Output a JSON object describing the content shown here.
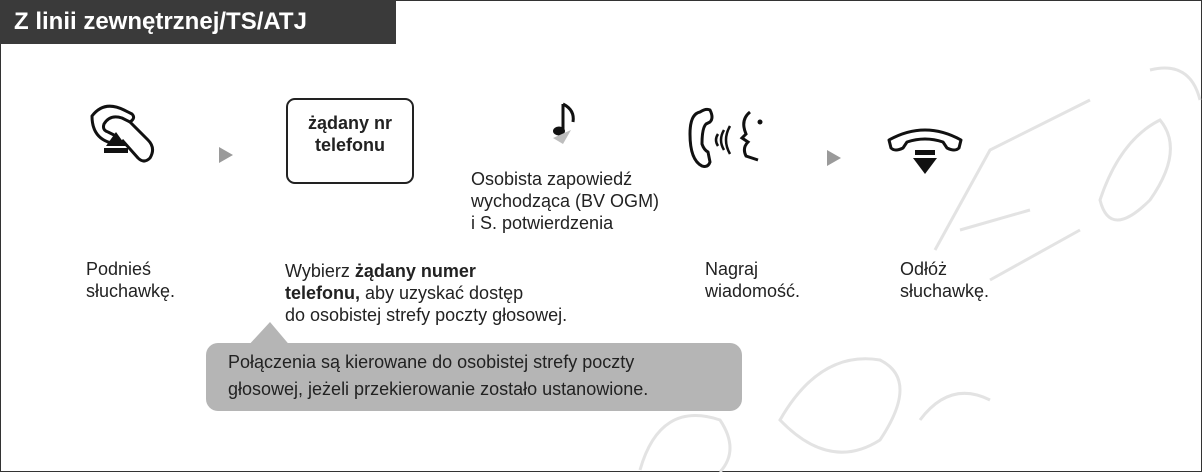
{
  "header": {
    "title": "Z linii zewnętrznej/TS/ATJ"
  },
  "icons": {
    "offhook": "handset-lift-up-icon",
    "music": "music-note-icon",
    "speak": "speaking-head-icon",
    "onhook": "handset-hang-up-icon",
    "arrow": "right-arrow-icon"
  },
  "keybox": {
    "line1": "żądany nr",
    "line2": "telefonu"
  },
  "steps": {
    "lift": {
      "line1": "Podnieś",
      "line2": "słuchawkę."
    },
    "greeting": {
      "line1": "Osobista zapowiedź",
      "line2": "wychodząca (BV OGM)",
      "line3": "i S. potwierdzenia"
    },
    "dial": {
      "pre": "Wybierz ",
      "bold1": "żądany numer",
      "bold2": "telefonu,",
      "rest2": " aby uzyskać dostęp",
      "line3": "do osobistej strefy poczty głosowej."
    },
    "record": {
      "line1": "Nagraj",
      "line2": "wiadomość."
    },
    "hangup": {
      "line1": "Odłóż",
      "line2": "słuchawkę."
    }
  },
  "note": {
    "line1": "Połączenia są kierowane do osobistej strefy poczty",
    "line2": "głosowej, jeżeli przekierowanie zostało ustanowione."
  },
  "colors": {
    "header_bg": "#3a3a3a",
    "arrow": "#9a9a9a",
    "callout_bg": "#b5b5b5",
    "watermark": "#e6e6e6"
  }
}
